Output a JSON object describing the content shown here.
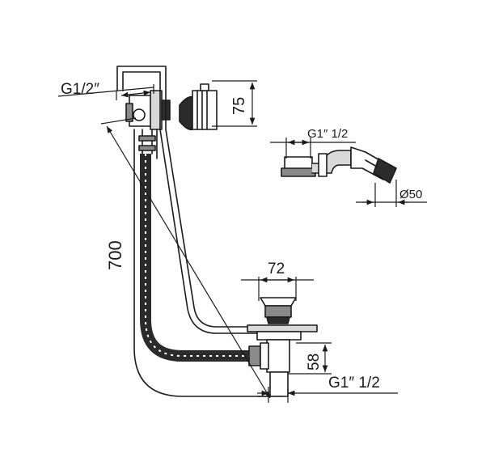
{
  "labels": {
    "inlet_thread": "G1/2″",
    "overflow_depth": "75",
    "waste_height": "700",
    "trap_thread": "G1″ 1/2",
    "trap_outlet": "Ø50",
    "waste_diameter": "72",
    "waste_depth": "58",
    "outlet_thread": "G1″ 1/2"
  },
  "colors": {
    "line": "#1a1a1a",
    "dark_fill": "#2b2b2b",
    "mid_fill": "#8a8a8a",
    "light_fill": "#d9d9d9"
  }
}
